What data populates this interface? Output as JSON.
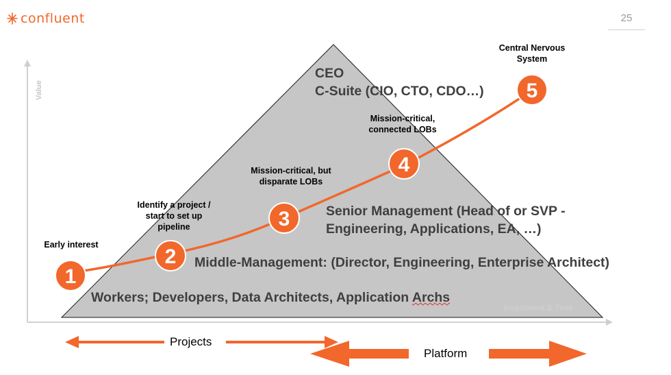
{
  "header": {
    "logo_text": "confluent",
    "page_number": "25"
  },
  "axes": {
    "y_label": "Value",
    "x_label": "Investment & Time"
  },
  "pyramid": {
    "apex_lines": "CEO\nC-Suite (CIO, CTO, CDO…)",
    "senior_lines": "Senior Management (Head of or SVP -\nEngineering, Applications, EA, …)",
    "middle": "Middle-Management: (Director, Engineering, Enterprise Architect)",
    "workers_prefix": "Workers; Developers, Data Architects, Application ",
    "workers_suffix": "Archs"
  },
  "stages": [
    {
      "number": "1",
      "label": "Early interest"
    },
    {
      "number": "2",
      "label": "Identify a project /\nstart to set up\npipeline"
    },
    {
      "number": "3",
      "label": "Mission-critical, but\ndisparate LOBs"
    },
    {
      "number": "4",
      "label": "Mission-critical,\nconnected LOBs"
    },
    {
      "number": "5",
      "label": "Central Nervous\nSystem"
    }
  ],
  "arrows": {
    "projects": "Projects",
    "platform": "Platform"
  },
  "colors": {
    "accent": "#f2672b",
    "pyramid_fill": "#c6c6c6",
    "axis": "#d0d0d0"
  }
}
